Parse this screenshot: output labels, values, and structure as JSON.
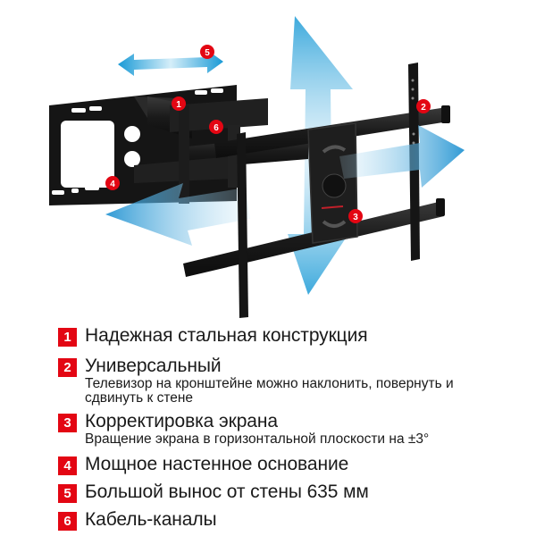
{
  "illustration": {
    "subject": "full-motion-tv-wall-mount",
    "arrow_color": "#1a9ad6",
    "callout_color": "#e30613",
    "callouts": [
      "1",
      "2",
      "3",
      "4",
      "5",
      "6"
    ]
  },
  "features": [
    {
      "num": "1",
      "title": "Надежная стальная конструкция",
      "desc": ""
    },
    {
      "num": "2",
      "title": "Универсальный",
      "desc": "Телевизор на кронштейне можно наклонить, повернуть и сдвинуть к стене"
    },
    {
      "num": "3",
      "title": "Корректировка экрана",
      "desc": "Вращение экрана в горизонтальной плоскости на ±3°"
    },
    {
      "num": "4",
      "title": "Мощное настенное основание",
      "desc": ""
    },
    {
      "num": "5",
      "title": "Большой вынос от стены 635 мм",
      "desc": ""
    },
    {
      "num": "6",
      "title": "Кабель-каналы",
      "desc": ""
    }
  ]
}
